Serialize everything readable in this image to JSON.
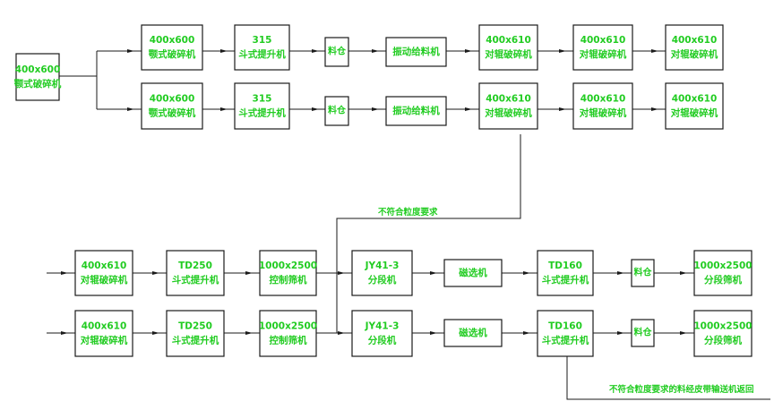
{
  "colors": {
    "line": "#1a1a1a",
    "text": "#22cc22",
    "box_fill": "#ffffff"
  },
  "boxes": [
    {
      "id": "b0",
      "lines": [
        "400x600",
        "颚式破碎机"
      ]
    },
    {
      "id": "b1",
      "lines": [
        "400x600",
        "颚式破碎机"
      ]
    },
    {
      "id": "b2",
      "lines": [
        "315",
        "斗式提升机"
      ]
    },
    {
      "id": "b3",
      "lines": [
        "料仓"
      ]
    },
    {
      "id": "b4",
      "lines": [
        "振动给料机"
      ]
    },
    {
      "id": "b5",
      "lines": [
        "400x610",
        "对辊破碎机"
      ]
    },
    {
      "id": "b6",
      "lines": [
        "400x610",
        "对辊破碎机"
      ]
    },
    {
      "id": "b7",
      "lines": [
        "400x610",
        "对辊破碎机"
      ]
    },
    {
      "id": "b8",
      "lines": [
        "400x600",
        "颚式破碎机"
      ]
    },
    {
      "id": "b9",
      "lines": [
        "315",
        "斗式提升机"
      ]
    },
    {
      "id": "b10",
      "lines": [
        "料仓"
      ]
    },
    {
      "id": "b11",
      "lines": [
        "振动给料机"
      ]
    },
    {
      "id": "b12",
      "lines": [
        "400x610",
        "对辊破碎机"
      ]
    },
    {
      "id": "b13",
      "lines": [
        "400x610",
        "对辊破碎机"
      ]
    },
    {
      "id": "b14",
      "lines": [
        "400x610",
        "对辊破碎机"
      ]
    },
    {
      "id": "b15",
      "lines": [
        "400x610",
        "对辊破碎机"
      ]
    },
    {
      "id": "b16",
      "lines": [
        "TD250",
        "斗式提升机"
      ]
    },
    {
      "id": "b17",
      "lines": [
        "1000x2500",
        "控制筛机"
      ]
    },
    {
      "id": "b18",
      "lines": [
        "JY41-3",
        "分段机"
      ]
    },
    {
      "id": "b19",
      "lines": [
        "磁选机"
      ]
    },
    {
      "id": "b20",
      "lines": [
        "TD160",
        "斗式提升机"
      ]
    },
    {
      "id": "b21",
      "lines": [
        "料仓"
      ]
    },
    {
      "id": "b22",
      "lines": [
        "1000x2500",
        "分段筛机"
      ]
    },
    {
      "id": "b23",
      "lines": [
        "400x610",
        "对辊破碎机"
      ]
    },
    {
      "id": "b24",
      "lines": [
        "TD250",
        "斗式提升机"
      ]
    },
    {
      "id": "b25",
      "lines": [
        "1000x2500",
        "控制筛机"
      ]
    },
    {
      "id": "b26",
      "lines": [
        "JY41-3",
        "分段机"
      ]
    },
    {
      "id": "b27",
      "lines": [
        "磁选机"
      ]
    },
    {
      "id": "b28",
      "lines": [
        "TD160",
        "斗式提升机"
      ]
    },
    {
      "id": "b29",
      "lines": [
        "料仓"
      ]
    },
    {
      "id": "b30",
      "lines": [
        "1000x2500",
        "分段筛机"
      ]
    }
  ],
  "annotations": {
    "return_note_1": "不符合粒度要求",
    "return_note_2": "不符合粒度要求的料经皮带输送机返回"
  }
}
